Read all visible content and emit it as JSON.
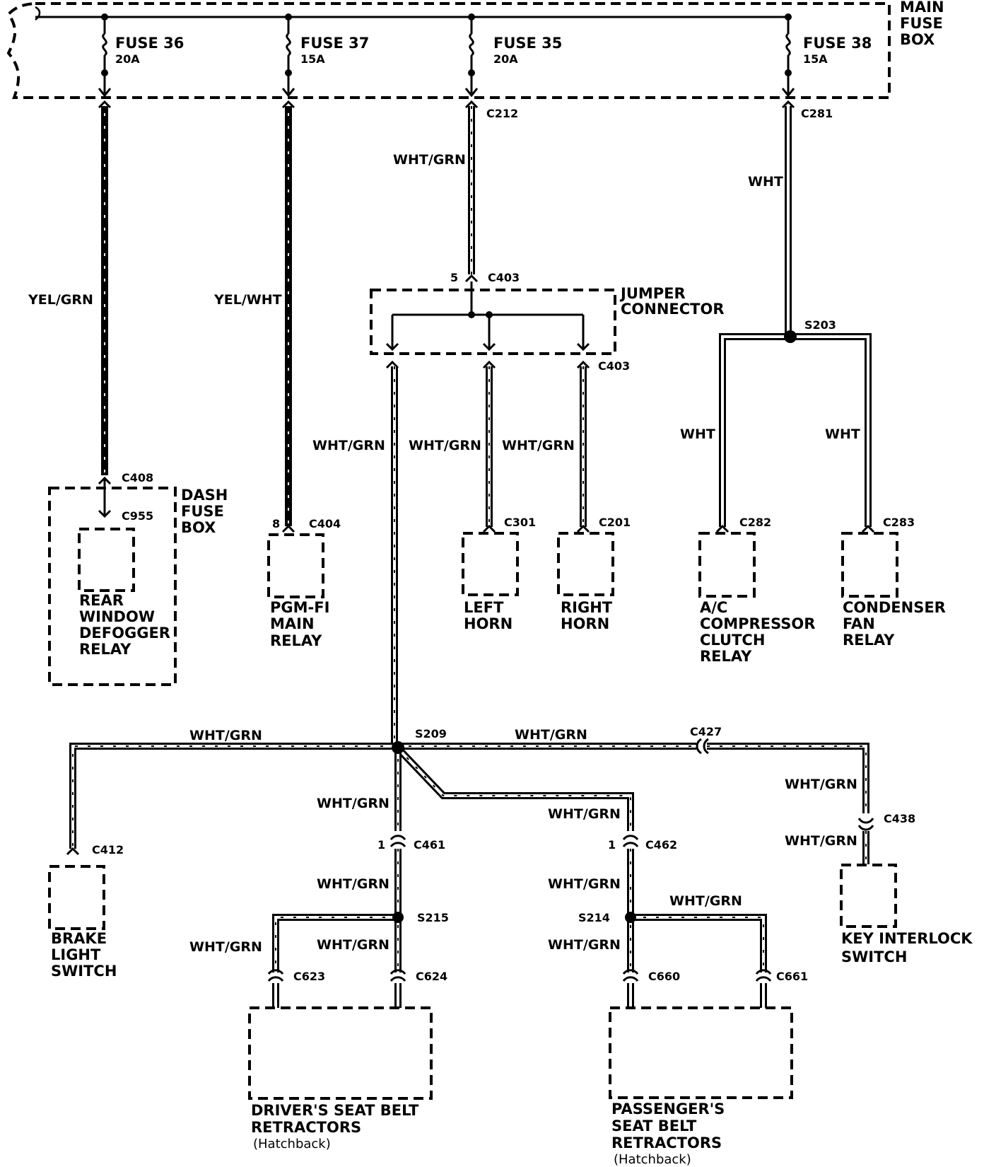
{
  "main_fuse_box": {
    "label": [
      "MAIN",
      "FUSE",
      "BOX"
    ]
  },
  "fuses": [
    {
      "id": "fuse36",
      "name": "FUSE 36",
      "rating": "20A",
      "connector": "",
      "wire_color": "YEL/GRN"
    },
    {
      "id": "fuse37",
      "name": "FUSE 37",
      "rating": "15A",
      "connector": "",
      "wire_color": "YEL/WHT"
    },
    {
      "id": "fuse35",
      "name": "FUSE 35",
      "rating": "20A",
      "connector": "C212",
      "wire_color": "WHT/GRN"
    },
    {
      "id": "fuse38",
      "name": "FUSE 38",
      "rating": "15A",
      "connector": "C281",
      "wire_color": "WHT"
    }
  ],
  "jumper_connector": {
    "label": [
      "JUMPER",
      "CONNECTOR"
    ],
    "in_pin": "5",
    "in_connector": "C403",
    "out_connector": "C403"
  },
  "splices": {
    "s203": "S203",
    "s209": "S209",
    "s215": "S215",
    "s214": "S214"
  },
  "wire_labels": {
    "wht_grn": "WHT/GRN",
    "wht": "WHT"
  },
  "components": {
    "dash_fuse_box": {
      "label": [
        "DASH",
        "FUSE",
        "BOX"
      ],
      "connector": "C408",
      "inner_connector": "C955"
    },
    "rear_defogger": {
      "label": [
        "REAR",
        "WINDOW",
        "DEFOGGER",
        "RELAY"
      ]
    },
    "pgm_fi": {
      "label": [
        "PGM-FI",
        "MAIN",
        "RELAY"
      ],
      "pin": "8",
      "connector": "C404"
    },
    "left_horn": {
      "label": [
        "LEFT",
        "HORN"
      ],
      "connector": "C301"
    },
    "right_horn": {
      "label": [
        "RIGHT",
        "HORN"
      ],
      "connector": "C201"
    },
    "ac_clutch": {
      "label": [
        "A/C",
        "COMPRESSOR",
        "CLUTCH",
        "RELAY"
      ],
      "connector": "C282"
    },
    "condenser_fan": {
      "label": [
        "CONDENSER",
        "FAN",
        "RELAY"
      ],
      "connector": "C283"
    },
    "brake_light": {
      "label": [
        "BRAKE",
        "LIGHT",
        "SWITCH"
      ],
      "connector": "C412"
    },
    "key_interlock": {
      "label": [
        "KEY INTERLOCK",
        "SWITCH"
      ],
      "connector": "C438",
      "inline_connector": "C427"
    },
    "driver_belt": {
      "label": [
        "DRIVER'S SEAT BELT",
        "RETRACTORS"
      ],
      "note": "(Hatchback)",
      "pin": "1",
      "connector": "C461",
      "left_connector": "C623",
      "right_connector": "C624"
    },
    "passenger_belt": {
      "label": [
        "PASSENGER'S",
        "SEAT BELT",
        "RETRACTORS"
      ],
      "note": "(Hatchback)",
      "pin": "1",
      "connector": "C462",
      "left_connector": "C660",
      "right_connector": "C661"
    }
  }
}
